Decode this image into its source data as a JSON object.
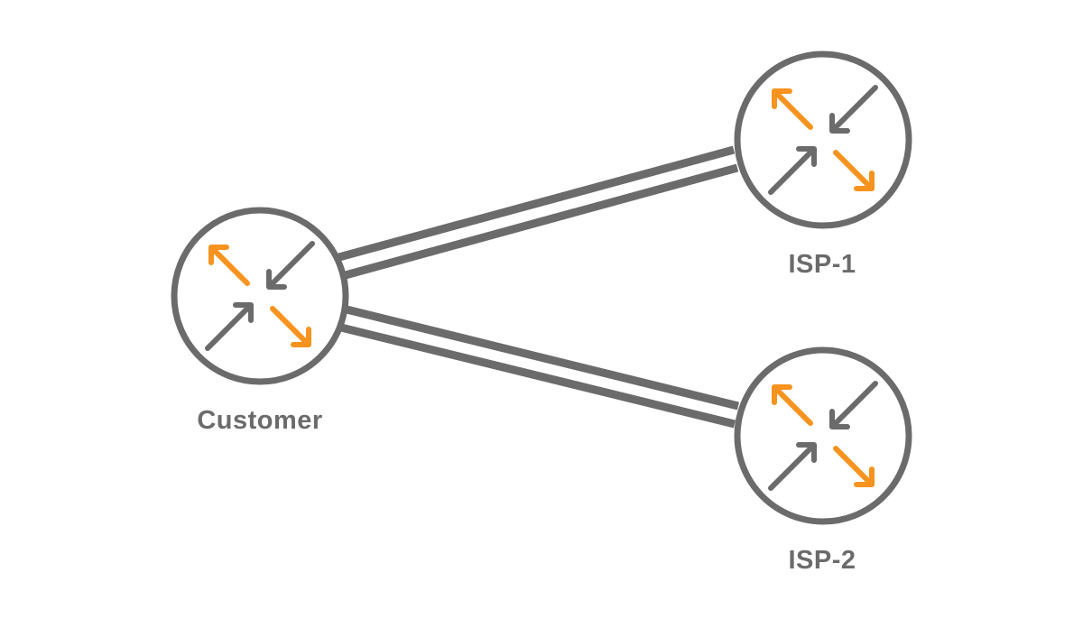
{
  "colors": {
    "stroke": "#6b6b6b",
    "accent": "#f7931e",
    "background": "#ffffff"
  },
  "nodes": [
    {
      "id": "customer",
      "label": "Customer",
      "icon": "router-icon"
    },
    {
      "id": "isp1",
      "label": "ISP-1",
      "icon": "router-icon"
    },
    {
      "id": "isp2",
      "label": "ISP-2",
      "icon": "router-icon"
    }
  ],
  "links": [
    {
      "from": "customer",
      "to": "isp1",
      "style": "double-line"
    },
    {
      "from": "customer",
      "to": "isp2",
      "style": "double-line"
    }
  ]
}
